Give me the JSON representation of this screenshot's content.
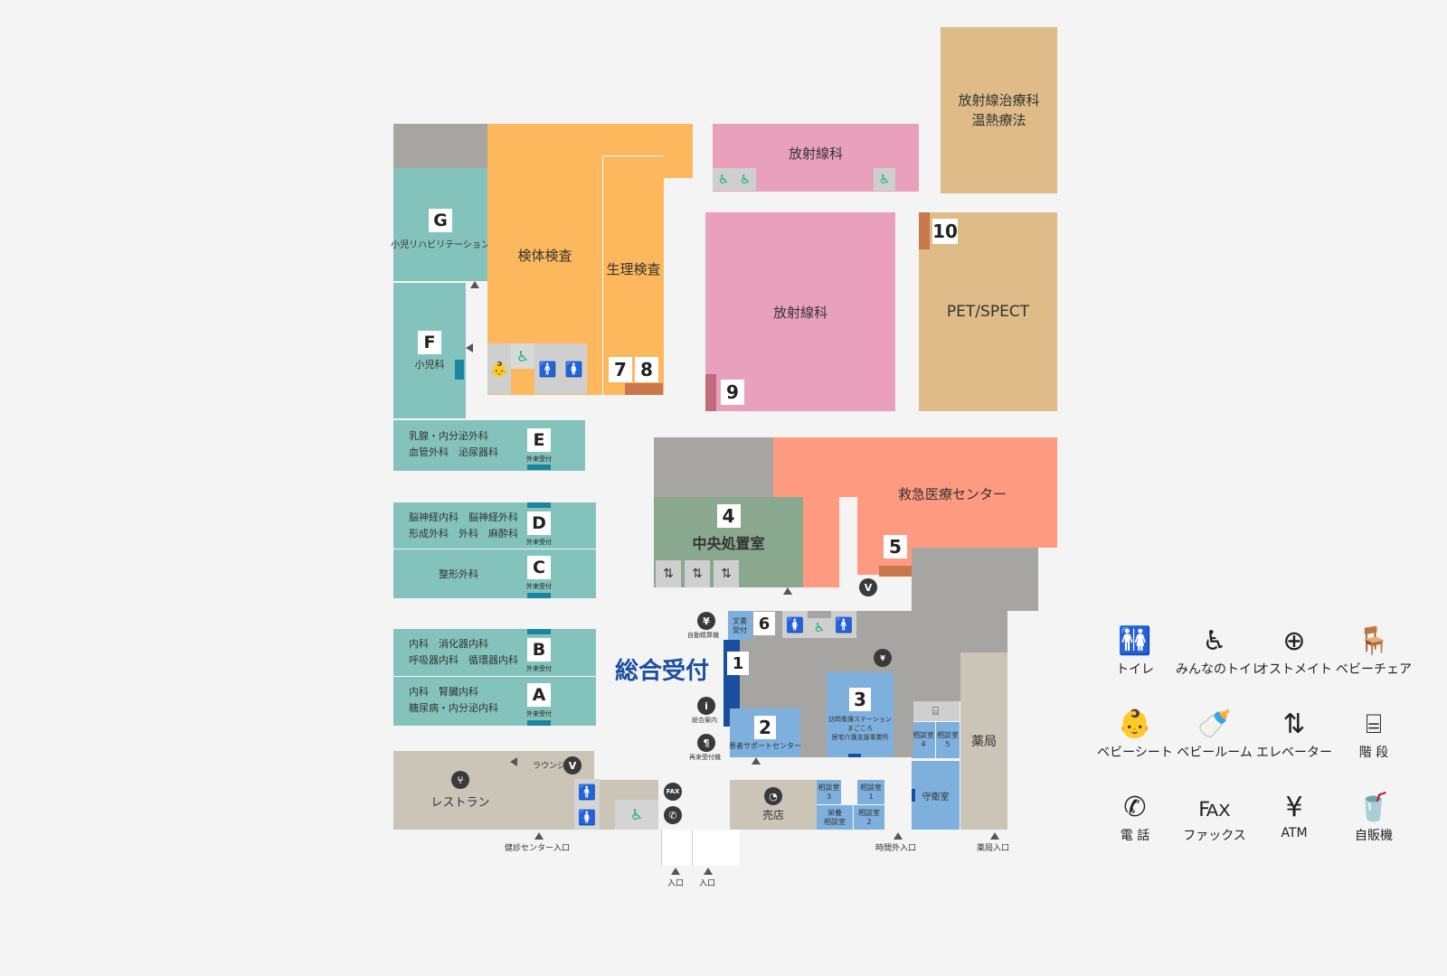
{
  "rooms": {
    "radiotherapy": "放射線治療科\n温熱療法",
    "radiology_top": "放射線科",
    "radiology_main": "放射線科",
    "pet": "PET/SPECT",
    "lab": "検体検査",
    "physio": "生理検査",
    "peds_rehab": "小児リハビリテーション",
    "peds": "小児科",
    "dept_e1": "乳腺・内分泌外科",
    "dept_e2": "血管外科　泌尿器科",
    "dept_d1": "脳神経内科　脳神経外科",
    "dept_d2": "形成外科　外科　麻酔科",
    "dept_c": "整形外科",
    "dept_b1": "内科　消化器内科",
    "dept_b2": "呼吸器内科　循環器内科",
    "dept_a1": "内科　腎臓内科",
    "dept_a2": "糖尿病・内分泌内科",
    "er": "救急医療センター",
    "central": "中央処置室",
    "reception": "総合受付",
    "docs": "文書\n受付",
    "patient_support": "患者サポートセンター",
    "nursing": "訪問看護ステーション\nまごころ\n居宅介護支援事業所",
    "restaurant": "レストラン",
    "lounge": "ラウンジ",
    "shop": "売店",
    "consult3": "相談室\n3",
    "consult1": "相談室\n1",
    "nutrition": "栄養\n相談室",
    "consult2": "相談室\n2",
    "consult4": "相談室\n4",
    "consult5": "相談室\n5",
    "guard": "守衛室",
    "pharmacy": "薬局",
    "auto_pay": "自動精算機",
    "info": "総合案内",
    "revisit": "再来受付機"
  },
  "letters": {
    "g": "G",
    "f": "F",
    "e": "E",
    "d": "D",
    "c": "C",
    "b": "B",
    "a": "A"
  },
  "outpatient": "外来受付",
  "numbers": {
    "n1": "1",
    "n2": "2",
    "n3": "3",
    "n4": "4",
    "n5": "5",
    "n6": "6",
    "n7": "7",
    "n8": "8",
    "n9": "9",
    "n10": "10"
  },
  "entrances": {
    "checkup": "健診センター入口",
    "main1": "入口",
    "main2": "入口",
    "afterhours": "時間外入口",
    "pharmacy": "薬局入口"
  },
  "legend": [
    {
      "icon": "toilet-icon",
      "glyph": "🚻",
      "label": "トイレ"
    },
    {
      "icon": "accessible-toilet-icon",
      "glyph": "♿",
      "label": "みんなのトイレ"
    },
    {
      "icon": "ostomate-icon",
      "glyph": "⊕",
      "label": "オストメイト"
    },
    {
      "icon": "baby-chair-icon",
      "glyph": "🪑",
      "label": "ベビーチェア"
    },
    {
      "icon": "baby-seat-icon",
      "glyph": "👶",
      "label": "ベビーシート"
    },
    {
      "icon": "baby-room-icon",
      "glyph": "🍼",
      "label": "ベビールーム"
    },
    {
      "icon": "elevator-icon",
      "glyph": "⇅",
      "label": "エレベーター"
    },
    {
      "icon": "stairs-icon",
      "glyph": "⌸",
      "label": "階 段"
    },
    {
      "icon": "phone-icon",
      "glyph": "✆",
      "label": "電 話"
    },
    {
      "icon": "fax-icon",
      "glyph": "℻",
      "label": "ファックス"
    },
    {
      "icon": "atm-icon",
      "glyph": "¥",
      "label": "ATM"
    },
    {
      "icon": "vending-machine-icon",
      "glyph": "🥤",
      "label": "自販機"
    }
  ],
  "colors": {
    "teal": "#84c3bb",
    "orange": "#fdb85e",
    "pink": "#e9a0ba",
    "tan": "#debb87",
    "salmon": "#fe9a80",
    "blue": "#7eb0de",
    "reception_blue": "#1a4fa0"
  }
}
